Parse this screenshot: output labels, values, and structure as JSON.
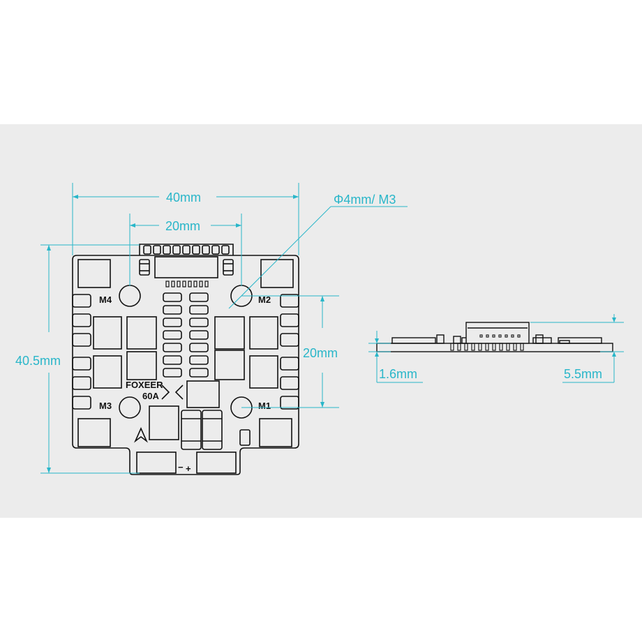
{
  "colors": {
    "background": "#ffffff",
    "panel": "#ececec",
    "dimension": "#29b6c9",
    "outline": "#111111",
    "board_fill": "#ececec"
  },
  "dimensions": {
    "width": "40mm",
    "mount_spacing_h": "20mm",
    "height": "40.5mm",
    "mount_spacing_v": "20mm",
    "hole": "Φ4mm/ M3",
    "pcb_thickness": "1.6mm",
    "total_height": "5.5mm"
  },
  "board": {
    "brand": "FOXEER",
    "rating": "60A",
    "motor_labels": [
      "M4",
      "M2",
      "M3",
      "M1"
    ],
    "power_minus": "−",
    "power_plus": "+"
  }
}
